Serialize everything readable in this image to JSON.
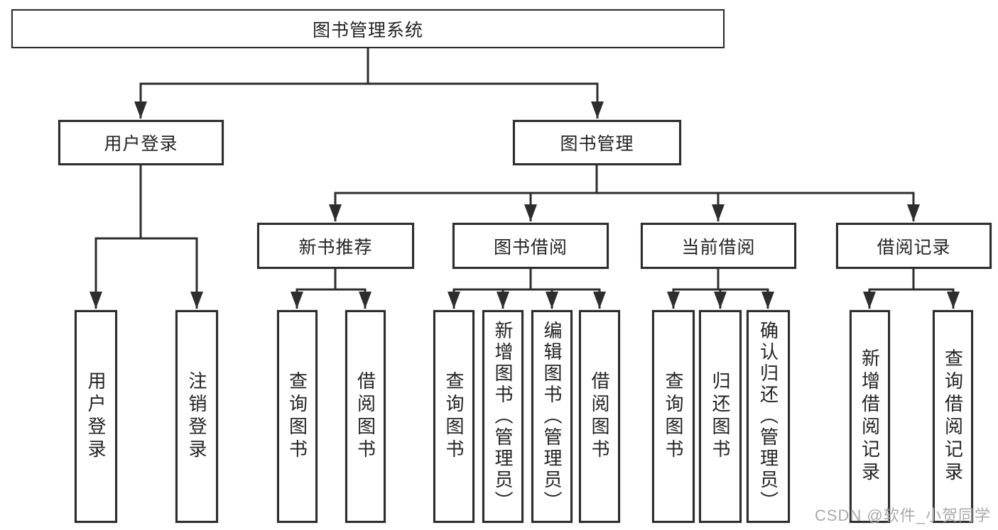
{
  "tree": {
    "root": {
      "label": "图书管理系统",
      "children": [
        {
          "label": "用户登录",
          "children": [
            {
              "label": "用户登录"
            },
            {
              "label": "注销登录"
            }
          ]
        },
        {
          "label": "图书管理",
          "children": [
            {
              "label": "新书推荐",
              "children": [
                {
                  "label": "查询图书"
                },
                {
                  "label": "借阅图书"
                }
              ]
            },
            {
              "label": "图书借阅",
              "children": [
                {
                  "label": "查询图书"
                },
                {
                  "label": "新增图书（管理员）"
                },
                {
                  "label": "编辑图书（管理员）"
                },
                {
                  "label": "借阅图书"
                }
              ]
            },
            {
              "label": "当前借阅",
              "children": [
                {
                  "label": "查询图书"
                },
                {
                  "label": "归还图书"
                },
                {
                  "label": "确认归还（管理员）"
                }
              ]
            },
            {
              "label": "借阅记录",
              "children": [
                {
                  "label": "新增借阅记录"
                },
                {
                  "label": "查询借阅记录"
                }
              ]
            }
          ]
        }
      ]
    }
  },
  "watermark": {
    "text": "CSDN @软件_小贺同学"
  },
  "colors": {
    "background": "#ffffff",
    "box_fill": "#ffffff",
    "box_border": "#2d2d2d",
    "line": "#2d2d2d",
    "text": "#232323",
    "watermark": "#a9a9a9"
  }
}
